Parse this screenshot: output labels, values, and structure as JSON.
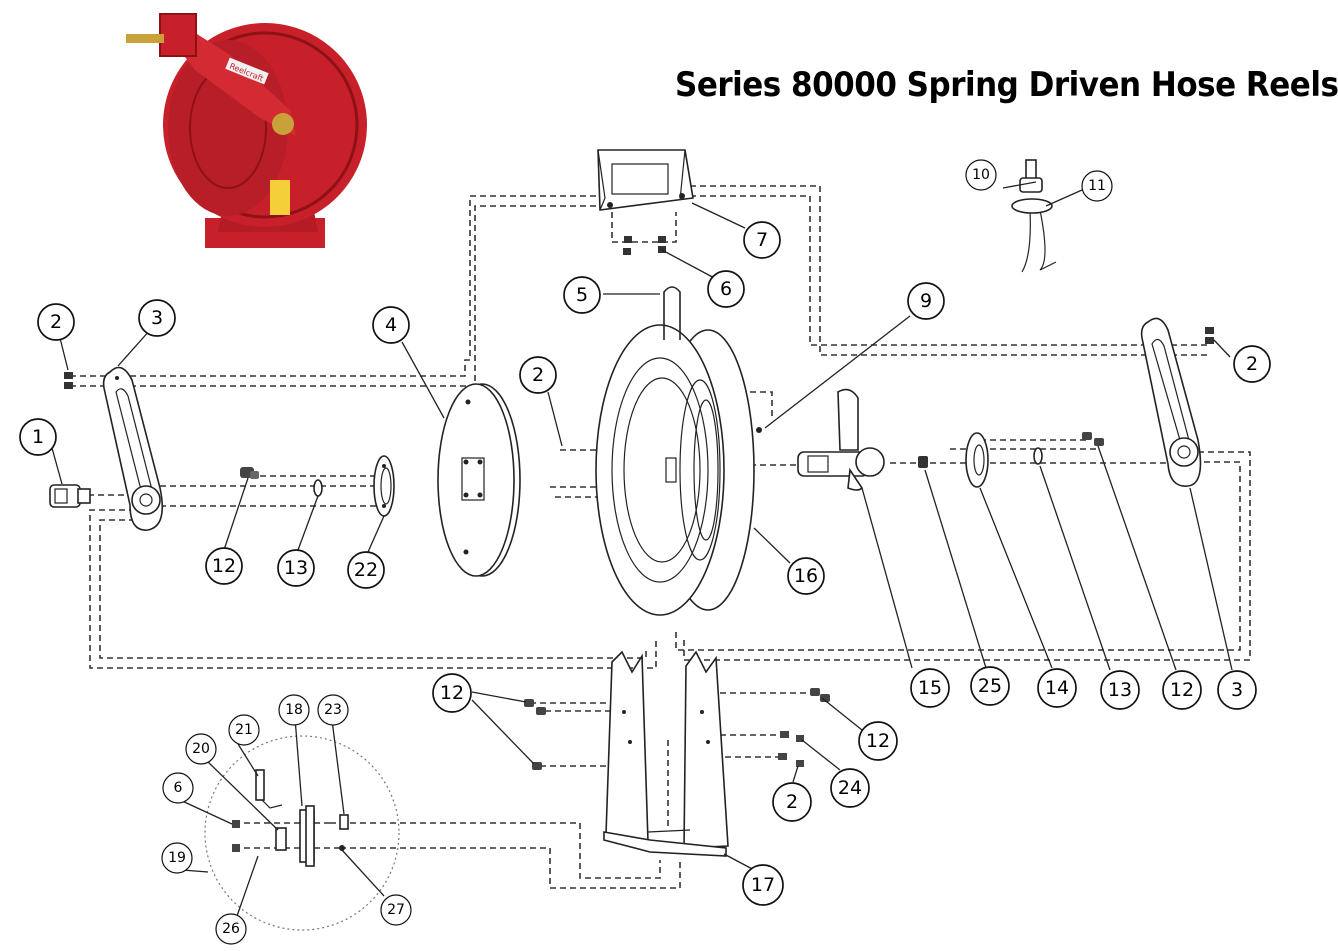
{
  "title": "Series 80000 Spring Driven Hose Reels",
  "photo": {
    "brand_plate": "Reelcraft",
    "colors": {
      "reel_red": "#c8202a",
      "dark_red": "#8e1116",
      "brass": "#c9a13a"
    }
  },
  "callouts": {
    "c1": "1",
    "c2a": "2",
    "c3a": "3",
    "c4": "4",
    "c2b": "2",
    "c5": "5",
    "c6a": "6",
    "c7": "7",
    "c9": "9",
    "c10": "10",
    "c11": "11",
    "c2c": "2",
    "c12a": "12",
    "c13a": "13",
    "c22": "22",
    "c16": "16",
    "c15": "15",
    "c25": "25",
    "c14": "14",
    "c13b": "13",
    "c12b": "12",
    "c3b": "3",
    "c12c": "12",
    "c12d": "12",
    "c24": "24",
    "c2d": "2",
    "c17": "17",
    "c21": "21",
    "c18": "18",
    "c23": "23",
    "c20": "20",
    "c6b": "6",
    "c19": "19",
    "c26": "26",
    "c27": "27"
  }
}
